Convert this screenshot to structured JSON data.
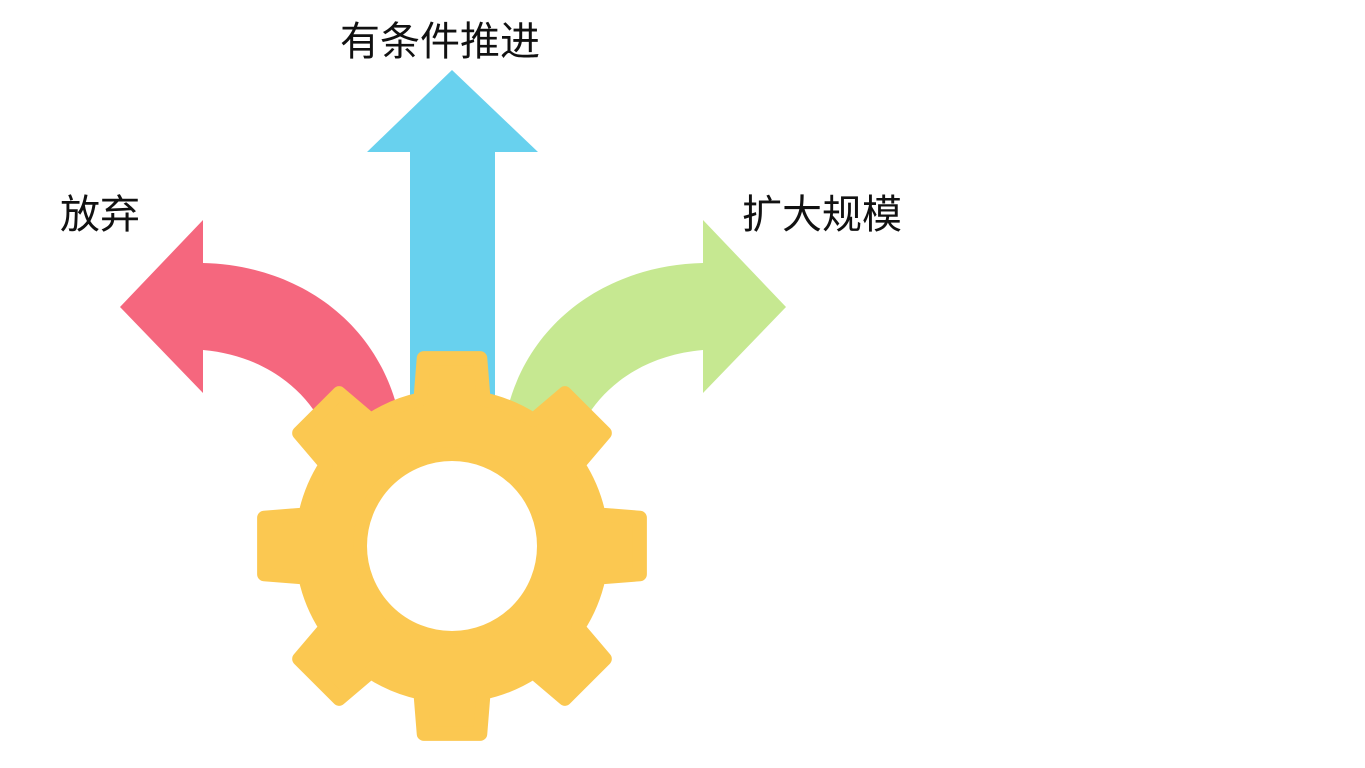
{
  "labels": {
    "up": "有条件推进",
    "left": "放弃",
    "right": "扩大规模"
  },
  "colors": {
    "arrow_left": "#F5677E",
    "arrow_up": "#68D1EE",
    "arrow_right": "#C6E891",
    "gear": "#FBC851",
    "background": "#FFFFFF",
    "text": "#111111"
  },
  "icons": {
    "center": "gear-icon",
    "left": "curved-arrow-left-icon",
    "up": "arrow-up-icon",
    "right": "curved-arrow-right-icon"
  }
}
